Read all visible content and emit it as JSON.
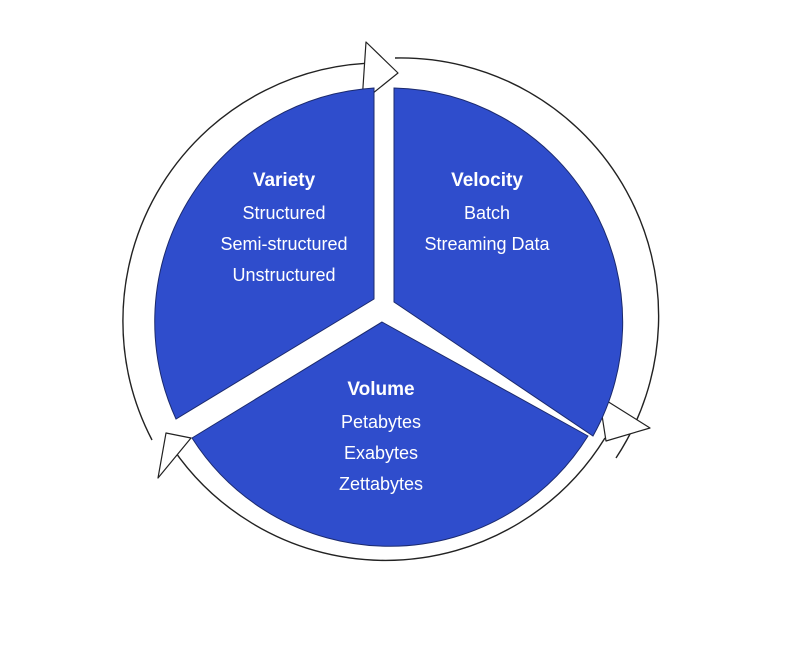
{
  "colors": {
    "segment_fill": "#2f4dcc",
    "segment_stroke": "#1b2a6e",
    "ring_fill": "#ffffff",
    "ring_stroke": "#222222",
    "text": "#ffffff"
  },
  "segments": [
    {
      "key": "variety",
      "title": "Variety",
      "items": [
        "Structured",
        "Semi-structured",
        "Unstructured"
      ]
    },
    {
      "key": "velocity",
      "title": "Velocity",
      "items": [
        "Batch",
        "Streaming Data"
      ]
    },
    {
      "key": "volume",
      "title": "Volume",
      "items": [
        "Petabytes",
        "Exabytes",
        "Zettabytes"
      ]
    }
  ]
}
